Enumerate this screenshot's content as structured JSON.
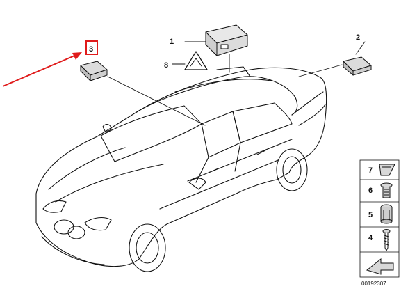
{
  "callouts": {
    "c1": "1",
    "c2": "2",
    "c3": "3",
    "c4": "4",
    "c5": "5",
    "c6": "6",
    "c7": "7",
    "c8": "8"
  },
  "reference_number": "00192307",
  "colors": {
    "highlight_arrow": "#e01b1b",
    "highlight_box": "#e01b1b",
    "line": "#111111"
  },
  "icons": {
    "module_1": "control-module-icon",
    "sensor_2": "sensor-clip-icon",
    "sensor_3": "sensor-clip-icon",
    "warning_8": "warning-triangle-icon",
    "screw_4": "screw-icon",
    "sleeve_5": "expanding-sleeve-icon",
    "rivet_6": "expanding-rivet-icon",
    "clip_7": "clip-nut-icon",
    "next_page": "arrow-icon"
  }
}
